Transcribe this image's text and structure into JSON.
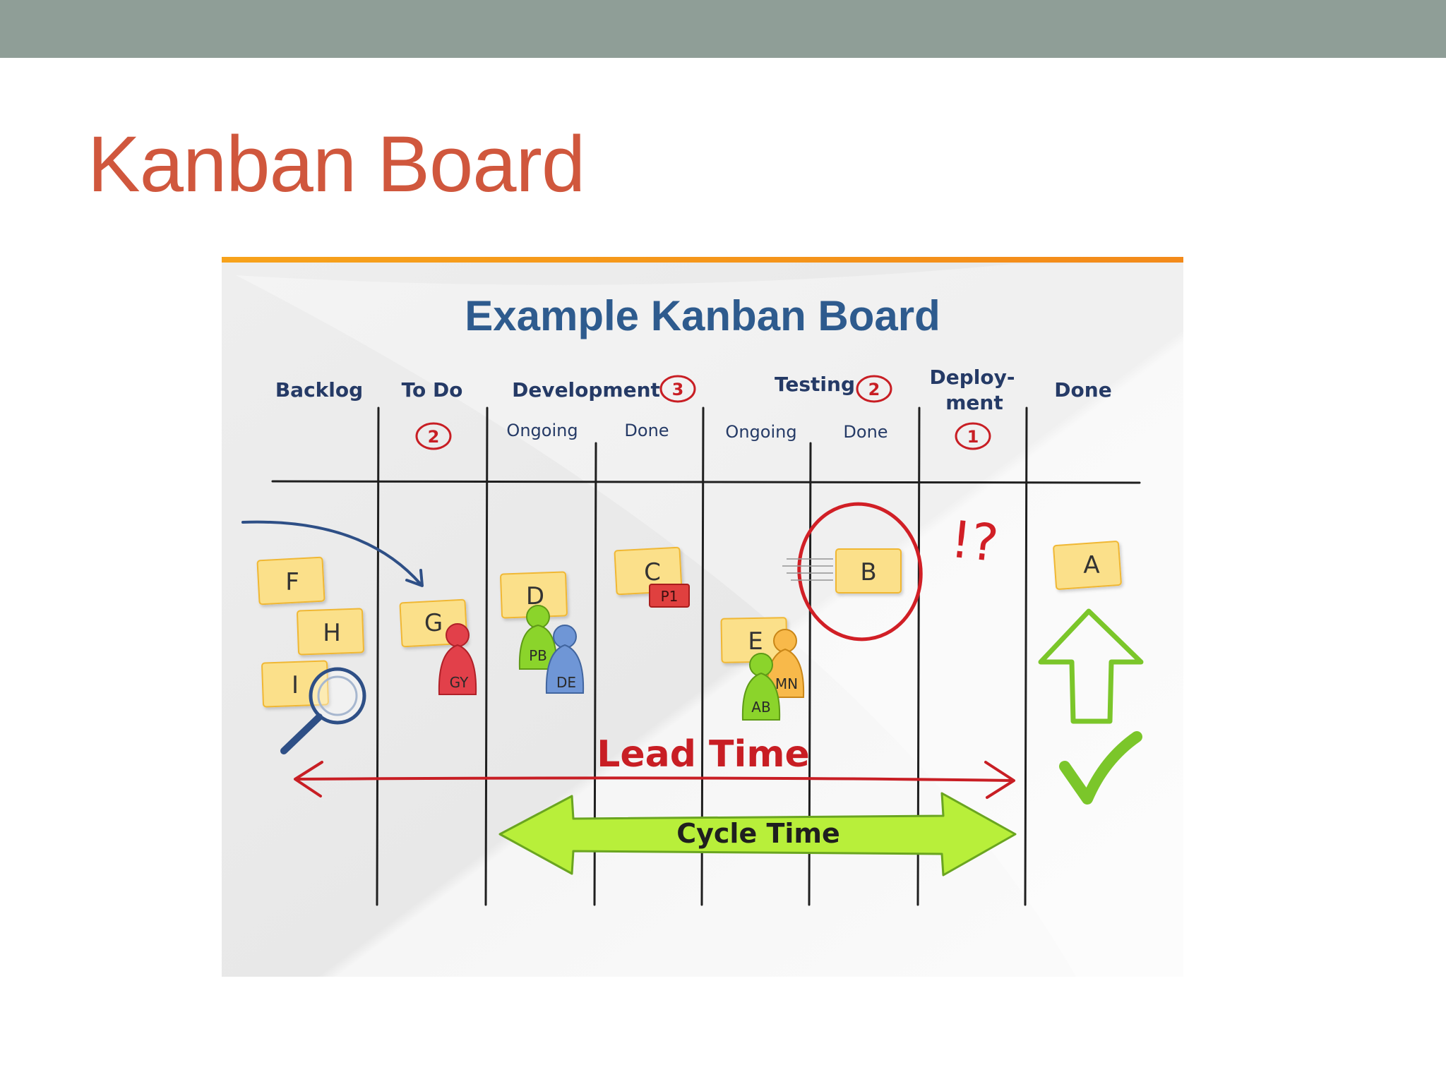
{
  "slide": {
    "title": "Kanban Board"
  },
  "board": {
    "title": "Example Kanban Board",
    "columns": {
      "backlog": "Backlog",
      "todo": "To Do",
      "todo_wip": "2",
      "development": "Development",
      "development_wip": "3",
      "dev_ongoing": "Ongoing",
      "dev_done": "Done",
      "testing": "Testing",
      "testing_wip": "2",
      "test_ongoing": "Ongoing",
      "test_done": "Done",
      "deploy_line1": "Deploy-",
      "deploy_line2": "ment",
      "deploy_wip": "1",
      "done": "Done"
    },
    "cards": {
      "f": "F",
      "h": "H",
      "i": "I",
      "g": "G",
      "d": "D",
      "c": "C",
      "c_tag": "P1",
      "e": "E",
      "b": "B",
      "a": "A"
    },
    "people": {
      "gy": "GY",
      "pb": "PB",
      "de": "DE",
      "mn": "MN",
      "ab": "AB"
    },
    "exclaim": "!?",
    "lead_time": "Lead Time",
    "cycle_time": "Cycle Time",
    "colors": {
      "title_blue": "#2e5b8e",
      "card_yellow": "#fbe08a",
      "red": "#d11f26",
      "green": "#8bd42b"
    }
  }
}
